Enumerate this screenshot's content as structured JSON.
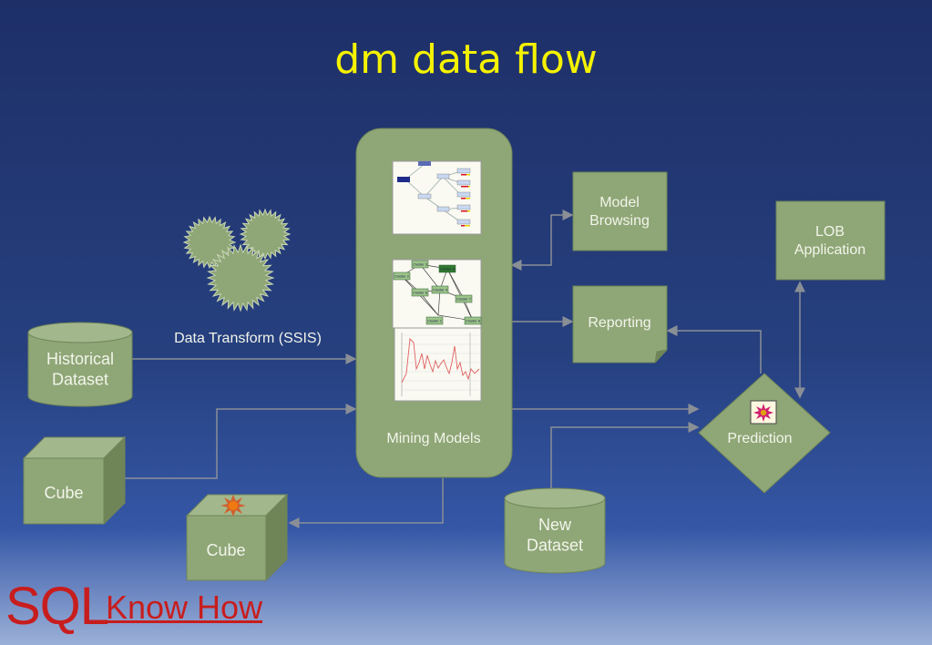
{
  "slide": {
    "title": "dm data flow",
    "colors": {
      "shape_fill": "#8fa677",
      "shape_stroke": "#6f8558",
      "title": "#f5f200",
      "logo": "#c81d1d",
      "connector": "#8a8f96"
    }
  },
  "nodes": {
    "historical_dataset": "Historical\nDataset",
    "cube_source": "Cube",
    "cube_output": "Cube",
    "mining_models": "Mining Models",
    "model_browsing": "Model\nBrowsing",
    "reporting": "Reporting",
    "lob_application": "LOB\nApplication",
    "prediction": "Prediction",
    "new_dataset": "New\nDataset"
  },
  "edges": {
    "data_transform": "Data Transform (SSIS)"
  },
  "thumbnail_cluster": {
    "nodes": [
      "Cluster 1",
      "Cluster 2",
      "Cluster 3",
      "Cluster 4",
      "Cluster 5",
      "Cluster 6",
      "Cluster 7",
      "Cluster 8"
    ]
  },
  "logo": {
    "sq": "SQL",
    "know_how": "Know How"
  }
}
